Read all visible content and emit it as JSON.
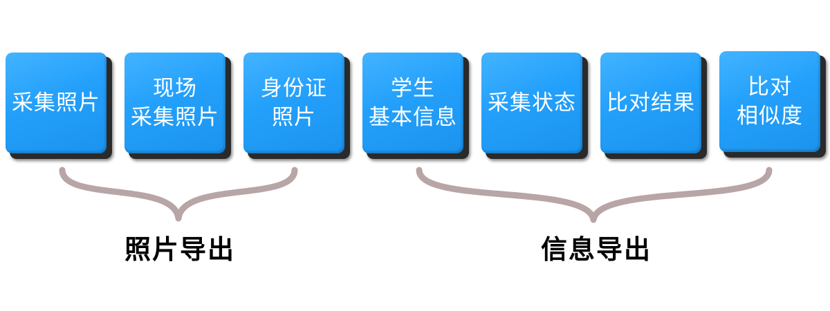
{
  "cards": [
    {
      "lines": [
        "采集照片"
      ]
    },
    {
      "lines": [
        "现场",
        "采集照片"
      ]
    },
    {
      "lines": [
        "身份证",
        "照片"
      ]
    },
    {
      "lines": [
        "学生",
        "基本信息"
      ]
    },
    {
      "lines": [
        "采集状态"
      ]
    },
    {
      "lines": [
        "比对结果"
      ]
    },
    {
      "lines": [
        "比对",
        "相似度"
      ]
    }
  ],
  "groups": {
    "photo_export": "照片导出",
    "info_export": "信息导出"
  },
  "colors": {
    "card_fill": "#23a0fb",
    "card_shadow": "#2a2a2a",
    "brace": "#b8a5a5",
    "label": "#000000"
  }
}
